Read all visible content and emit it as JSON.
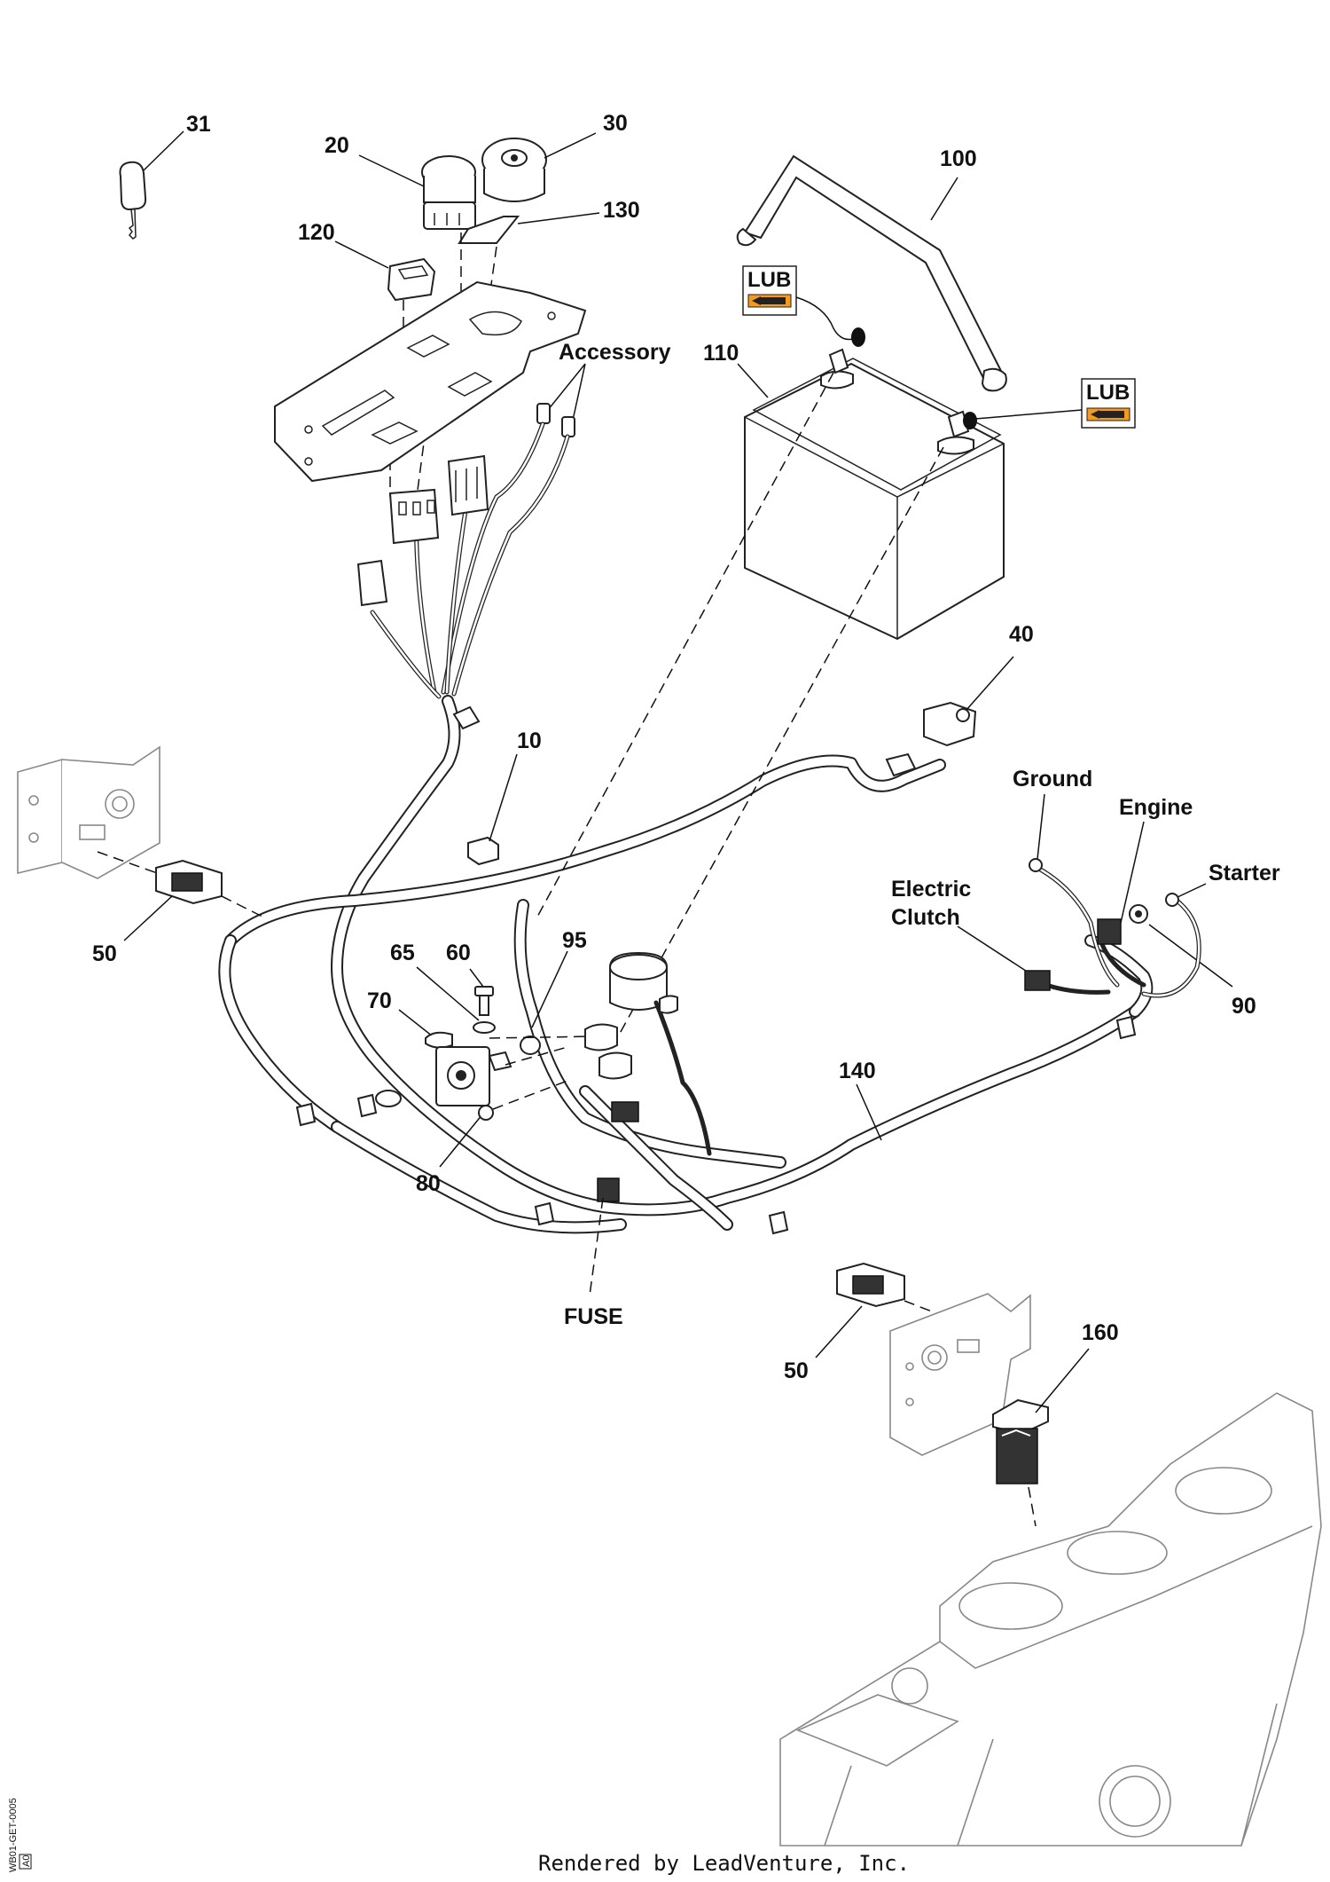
{
  "callouts": {
    "c31": "31",
    "c20": "20",
    "c30": "30",
    "c130": "130",
    "c120": "120",
    "c100": "100",
    "c110": "110",
    "c40": "40",
    "c10": "10",
    "c50a": "50",
    "c50b": "50",
    "c65": "65",
    "c60": "60",
    "c70": "70",
    "c95": "95",
    "c80": "80",
    "c140": "140",
    "c90": "90",
    "c160": "160"
  },
  "labels": {
    "accessory": "Accessory",
    "ground": "Ground",
    "engine": "Engine",
    "starter": "Starter",
    "electric": "Electric",
    "clutch": "Clutch",
    "fuse": "FUSE",
    "lub1": "LUB",
    "lub2": "LUB"
  },
  "footer": {
    "rendered_by": "Rendered by LeadVenture, Inc.",
    "code": "WB01-GET-0005",
    "sub_code": "A0"
  },
  "colors": {
    "lub_badge": "#f39a1f",
    "line": "#222222",
    "ghost": "#888888"
  }
}
